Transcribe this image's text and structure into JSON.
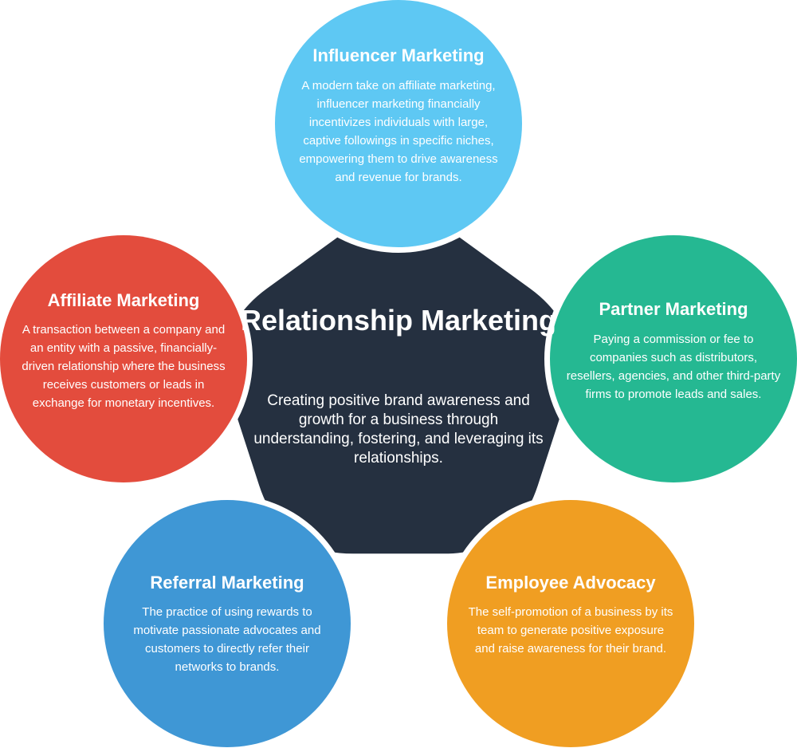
{
  "center": {
    "title": "Relationship Marketing",
    "description": "Creating positive brand awareness and growth for a business through understanding, fostering, and leveraging its relationships.",
    "color": "#253040"
  },
  "satellites": [
    {
      "id": "influencer",
      "title": "Influencer Marketing",
      "description": "A modern take on affiliate marketing, influencer marketing financially incentivizes individuals with large, captive followings in specific niches, empowering them to drive awareness and revenue for brands.",
      "color": "#5EC8F3"
    },
    {
      "id": "affiliate",
      "title": "Affiliate Marketing",
      "description": "A transaction between a company and an entity with a passive, financially-driven relationship where the business receives customers or leads in exchange for monetary incentives.",
      "color": "#E34C3D"
    },
    {
      "id": "partner",
      "title": "Partner Marketing",
      "description": "Paying a commission or fee to companies such as distributors, resellers, agencies, and other third-party firms to promote leads and sales.",
      "color": "#25B892"
    },
    {
      "id": "referral",
      "title": "Referral Marketing",
      "description": "The practice of using rewards to motivate passionate advocates and customers to directly refer their networks to brands.",
      "color": "#3F97D5"
    },
    {
      "id": "employee",
      "title": "Employee Advocacy",
      "description": "The self-promotion of a business by its team to generate positive exposure and raise awareness for their brand.",
      "color": "#F09E22"
    }
  ]
}
